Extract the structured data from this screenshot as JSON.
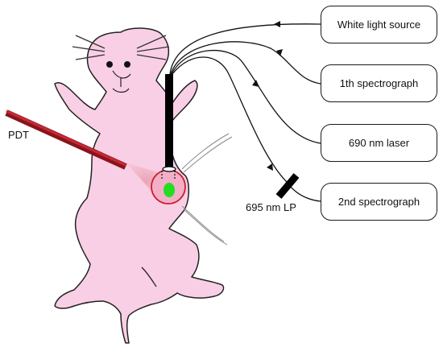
{
  "boxes": {
    "white_light": "White light source",
    "spectrograph_1": "1th spectrograph",
    "laser": "690 nm laser",
    "spectrograph_2": "2nd spectrograph"
  },
  "labels": {
    "pdt": "PDT",
    "filter": "695 nm LP"
  },
  "colors": {
    "mouse_fill": "#f9cfe6",
    "pdt_beam": "#b5202a",
    "fluorescence": "#22dd22",
    "probe": "#000000"
  }
}
